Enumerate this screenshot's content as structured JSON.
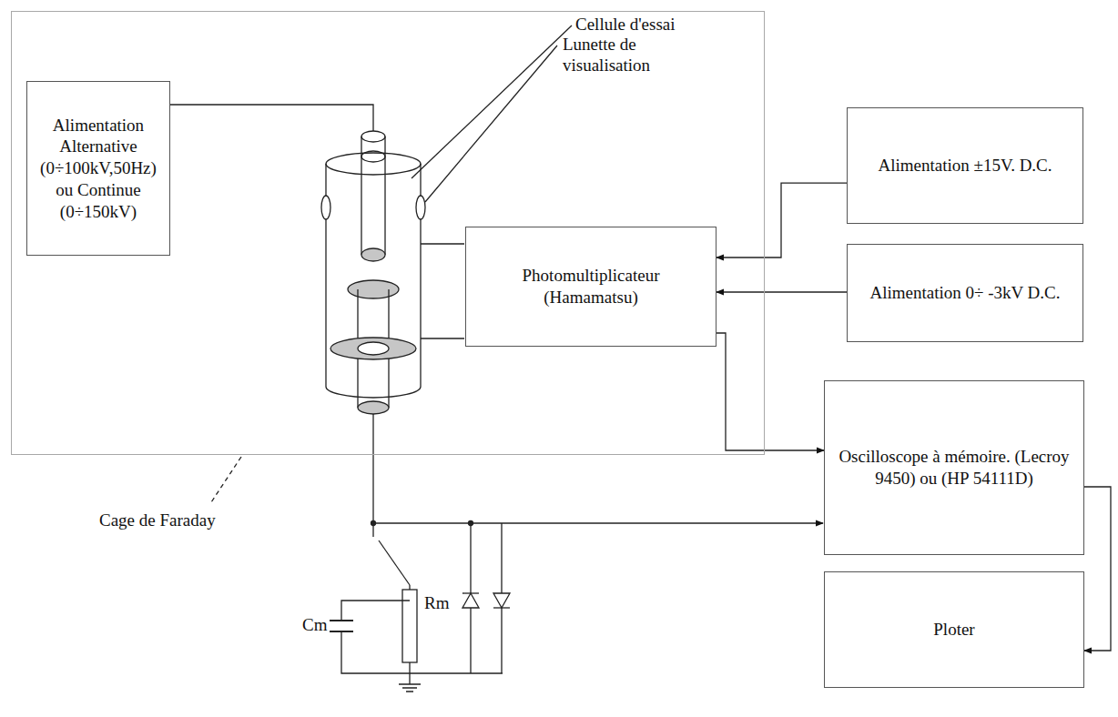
{
  "diagram": {
    "nodes": [
      {
        "text": [
          "Cage de Faraday"
        ]
      },
      {
        "text": [
          "Alimentation Alternative (0÷100kV,50Hz) ou Continue (0÷150kV)"
        ],
        "in": 0
      },
      {
        "text": [
          "Photomultiplicateur (Hamamatsu)"
        ],
        "in": 0
      },
      {
        "text": [
          "Alimentation ±15V. D.C."
        ]
      },
      {
        "text": [
          "Alimentation 0÷ -3kV D.C."
        ]
      },
      {
        "text": [
          "Oscilloscope à mémoire. (Lecroy 9450) ou (HP 54111D)"
        ]
      },
      {
        "text": [
          "Ploter"
        ]
      }
    ],
    "edges": [
      {
        "from": 3,
        "to": 2,
        "arrow": "to"
      },
      {
        "from": 4,
        "to": 2,
        "arrow": "to"
      },
      {
        "from": 2,
        "to": 5,
        "arrow": "to"
      },
      {
        "from": 5,
        "to": 6,
        "arrow": "to"
      }
    ],
    "labels": [
      "Cellule d'essai",
      "Lunette de visualisation",
      "Cm",
      "Rm"
    ]
  }
}
